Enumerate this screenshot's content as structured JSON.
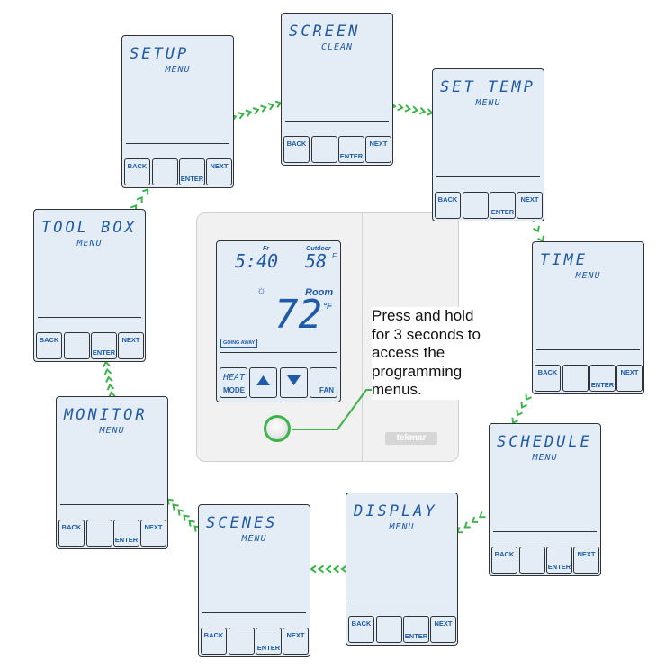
{
  "menus": {
    "setup": {
      "title": "SETUP",
      "subtitle": "MENU"
    },
    "screen": {
      "title": "SCREEN",
      "subtitle": "CLEAN"
    },
    "settemp": {
      "title": "SET TEMP",
      "subtitle": "MENU"
    },
    "time": {
      "title": "TIME",
      "subtitle": "MENU"
    },
    "schedule": {
      "title": "SCHEDULE",
      "subtitle": "MENU"
    },
    "display": {
      "title": "DISPLAY",
      "subtitle": "MENU"
    },
    "scenes": {
      "title": "SCENES",
      "subtitle": "MENU"
    },
    "monitor": {
      "title": "MONITOR",
      "subtitle": "MENU"
    },
    "toolbox": {
      "title": "TOOL BOX",
      "subtitle": "MENU"
    }
  },
  "menu_buttons": {
    "back": "BACK",
    "enter": "ENTER",
    "next": "NEXT"
  },
  "thermostat": {
    "time": "5:40",
    "day": "Fr",
    "outdoor_label": "Outdoor",
    "outdoor_temp": "58",
    "outdoor_unit": "F",
    "room_label": "Room",
    "room_temp": "72",
    "room_unit": "°F",
    "going_away": "GOING AWAY",
    "heat_label": "HEAT",
    "mode_label": "MODE",
    "fan_label": "FAN",
    "logo": "tekmar"
  },
  "callout": "Press and hold for 3 seconds to access the programming menus.",
  "colors": {
    "lcd_bg": "#e4ecf6",
    "lcd_text": "#1e5aa8",
    "arrow": "#3cb44a",
    "border": "#2f3336"
  }
}
